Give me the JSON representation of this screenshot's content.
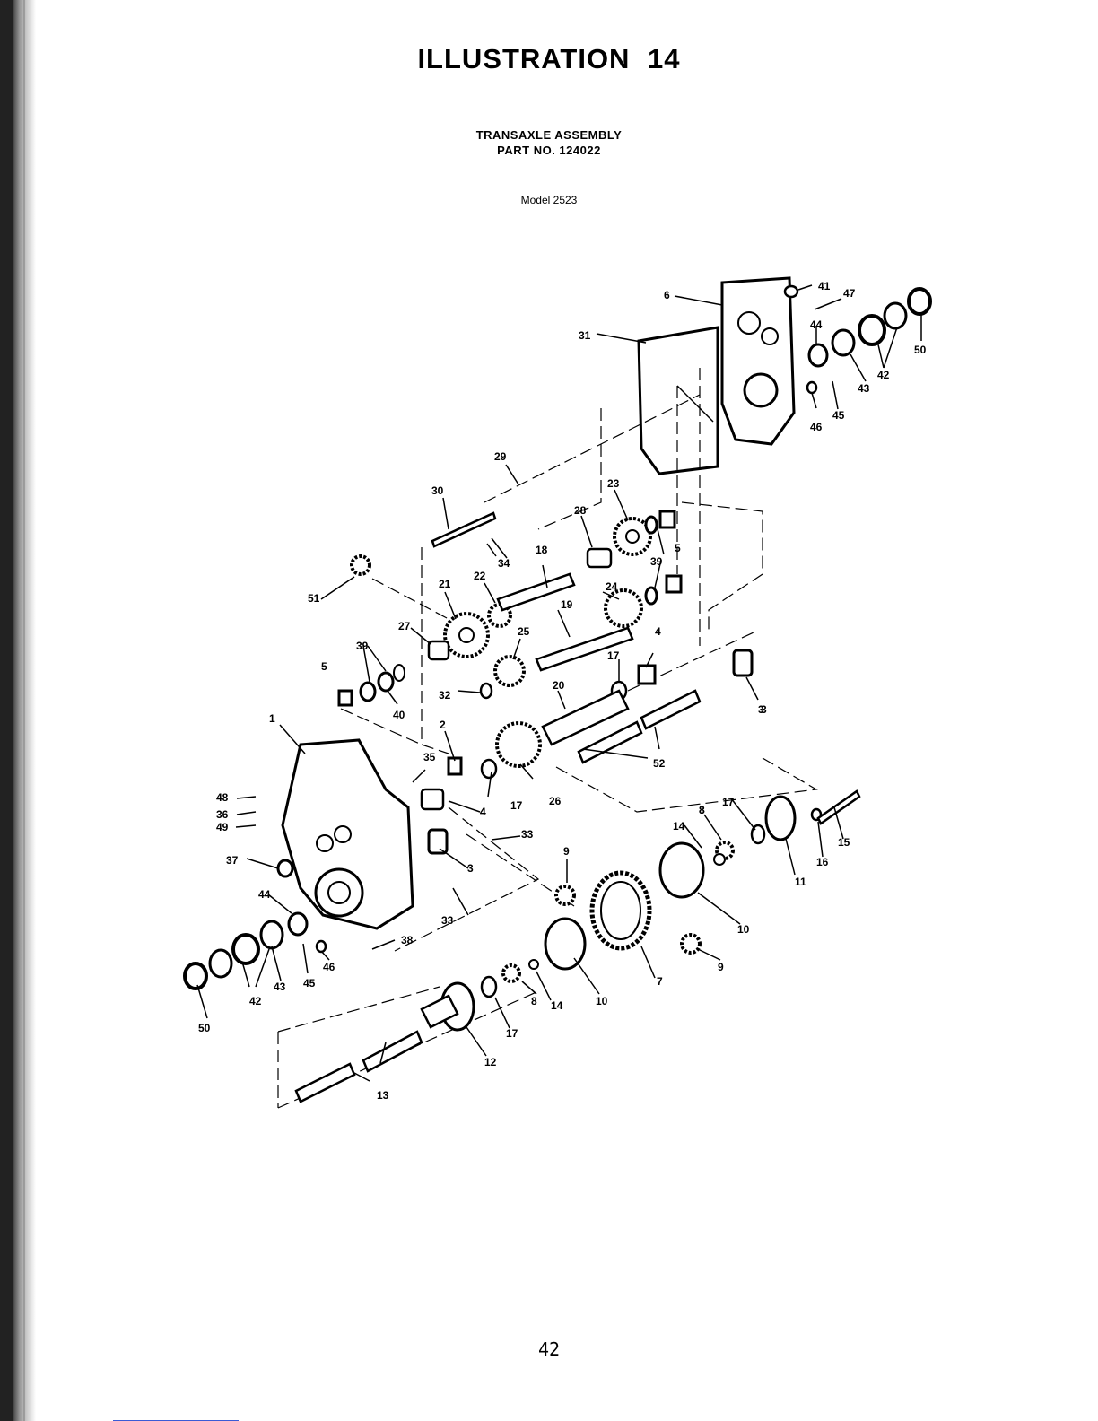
{
  "title": "ILLUSTRATION 14",
  "subtitle_line1": "TRANSAXLE ASSEMBLY",
  "subtitle_line2": "PART NO. 124022",
  "model": "Model 2523",
  "page_number": "42",
  "callouts": [
    "1",
    "2",
    "3",
    "3",
    "3",
    "4",
    "4",
    "4",
    "5",
    "5",
    "6",
    "7",
    "8",
    "8",
    "8",
    "9",
    "9",
    "10",
    "10",
    "11",
    "12",
    "13",
    "14",
    "14",
    "15",
    "16",
    "17",
    "17",
    "17",
    "17",
    "18",
    "19",
    "20",
    "21",
    "22",
    "23",
    "24",
    "25",
    "26",
    "27",
    "28",
    "29",
    "30",
    "31",
    "32",
    "33",
    "33",
    "34",
    "35",
    "36",
    "37",
    "38",
    "39",
    "39",
    "40",
    "41",
    "42",
    "42",
    "43",
    "43",
    "44",
    "44",
    "45",
    "45",
    "46",
    "46",
    "47",
    "48",
    "49",
    "50",
    "50",
    "51",
    "52"
  ]
}
